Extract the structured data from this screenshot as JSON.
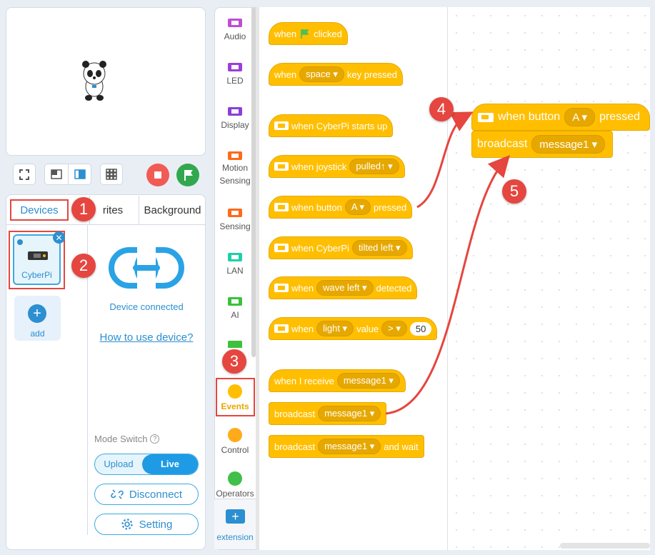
{
  "tabs": {
    "devices": "Devices",
    "sprites": "rites",
    "background": "Background"
  },
  "device": {
    "name": "CyberPi",
    "add_label": "add"
  },
  "connection": {
    "status": "Device connected",
    "help_link": "How to use device?"
  },
  "mode": {
    "label": "Mode Switch",
    "upload": "Upload",
    "live": "Live"
  },
  "actions": {
    "disconnect": "Disconnect",
    "setting": "Setting"
  },
  "categories": [
    "Audio",
    "LED",
    "Display",
    "Motion Sensing",
    "Sensing",
    "LAN",
    "AI",
    "Events",
    "Control",
    "Operators",
    "extension"
  ],
  "category_colors": {
    "Audio": "#c04dd3",
    "LED": "#9c3fd6",
    "Display": "#8a3fd6",
    "Motion Sensing": "#ff6a1a",
    "Sensing": "#ff6a1a",
    "LAN": "#1ecfaa",
    "AI": "#3cc13c",
    "Events": "#ffbf00",
    "Control": "#ffab19",
    "Operators": "#40bf4a"
  },
  "blocks": {
    "flag_clicked": {
      "pre": "when",
      "post": "clicked"
    },
    "key_pressed": {
      "pre": "when",
      "key": "space",
      "post": "key pressed"
    },
    "starts_up": {
      "text": "when CyberPi starts up"
    },
    "joystick": {
      "pre": "when joystick",
      "value": "pulled↑"
    },
    "button": {
      "pre": "when button",
      "value": "A",
      "post": "pressed"
    },
    "tilted": {
      "pre": "when CyberPi",
      "value": "tilted left"
    },
    "wave": {
      "pre": "when",
      "value": "wave left",
      "post": "detected"
    },
    "light": {
      "pre": "when",
      "sensor": "light",
      "mid": "value",
      "op": ">",
      "num": "50"
    },
    "receive": {
      "pre": "when I receive",
      "value": "message1"
    },
    "broadcast": {
      "pre": "broadcast",
      "value": "message1"
    },
    "broadcast_wait": {
      "pre": "broadcast",
      "value": "message1",
      "post": "and wait"
    }
  },
  "workspace": {
    "hat": {
      "pre": "when button",
      "value": "A",
      "post": "pressed"
    },
    "broadcast": {
      "pre": "broadcast",
      "value": "message1"
    }
  },
  "steps": [
    "1",
    "2",
    "3",
    "4",
    "5"
  ],
  "colors": {
    "accent": "#2c8fd0",
    "events": "#ffbf00",
    "annotation": "#e5463f"
  }
}
